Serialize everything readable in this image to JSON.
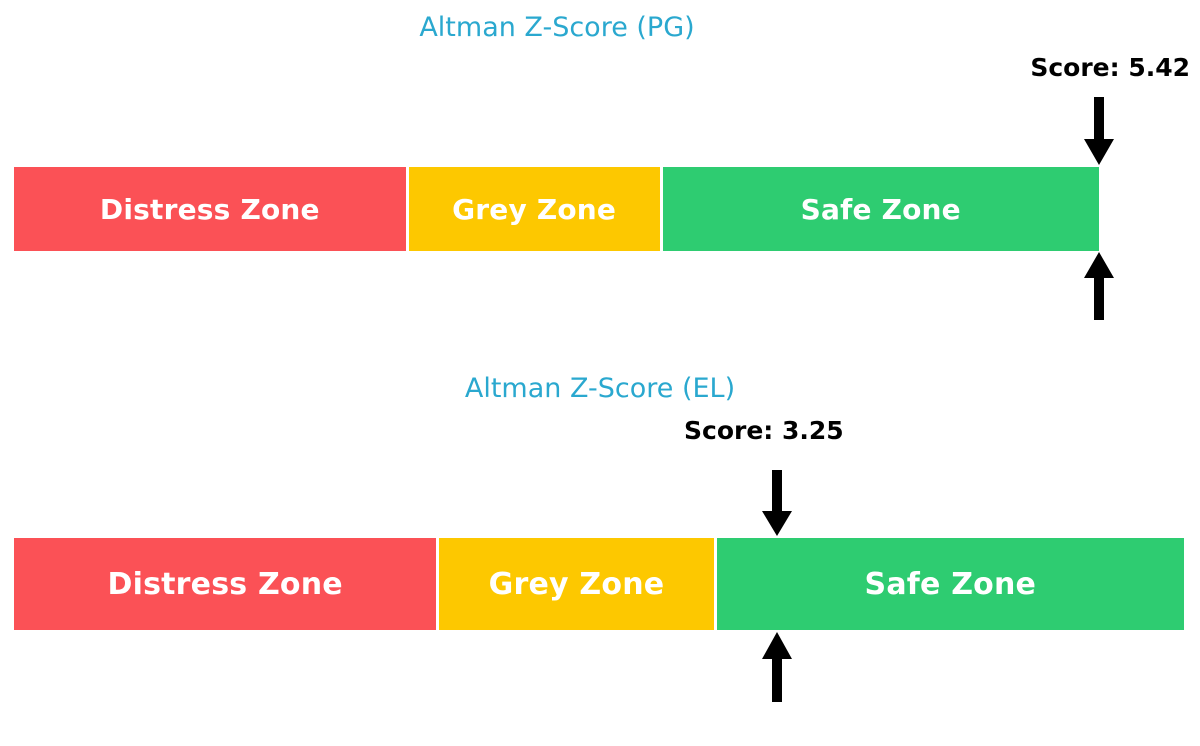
{
  "chart_data": [
    {
      "type": "bar",
      "title": "Altman Z-Score (PG)",
      "orientation": "horizontal-gauge",
      "score_label": "Score: 5.42",
      "score_value": 5.42,
      "marker_position_fraction": 1.0,
      "categories": [
        "Distress Zone",
        "Grey Zone",
        "Safe Zone"
      ],
      "values": [
        36.1,
        23.4,
        40.5
      ],
      "colors": [
        "#fb5156",
        "#fdc800",
        "#2ecc71"
      ],
      "xlabel": "",
      "ylabel": "",
      "grid": false,
      "legend": "none",
      "annotations": [
        {
          "text": "Score: 5.42",
          "kind": "marker-label",
          "position": "above-right"
        }
      ]
    },
    {
      "type": "bar",
      "title": "Altman Z-Score (EL)",
      "orientation": "horizontal-gauge",
      "score_label": "Score: 3.25",
      "score_value": 3.25,
      "marker_position_fraction": 0.6,
      "categories": [
        "Distress Zone",
        "Grey Zone",
        "Safe Zone"
      ],
      "values": [
        36.1,
        23.7,
        40.2
      ],
      "colors": [
        "#fb5156",
        "#fdc800",
        "#2ecc71"
      ],
      "xlabel": "",
      "ylabel": "",
      "grid": false,
      "legend": "none",
      "annotations": [
        {
          "text": "Score: 3.25",
          "kind": "marker-label",
          "position": "above-center"
        }
      ]
    }
  ],
  "charts": {
    "pg": {
      "title": "Altman Z-Score (PG)",
      "score_label": "Score: 5.42",
      "zones": [
        {
          "label": "Distress Zone",
          "color": "#fb5156"
        },
        {
          "label": "Grey Zone",
          "color": "#fdc800"
        },
        {
          "label": "Safe Zone",
          "color": "#2ecc71"
        }
      ]
    },
    "el": {
      "title": "Altman Z-Score (EL)",
      "score_label": "Score: 3.25",
      "zones": [
        {
          "label": "Distress Zone",
          "color": "#fb5156"
        },
        {
          "label": "Grey Zone",
          "color": "#fdc800"
        },
        {
          "label": "Safe Zone",
          "color": "#2ecc71"
        }
      ]
    }
  },
  "colors": {
    "title": "#2aa8cf",
    "distress": "#fb5156",
    "grey": "#fdc800",
    "safe": "#2ecc71",
    "marker": "#000000",
    "background": "#ffffff"
  }
}
